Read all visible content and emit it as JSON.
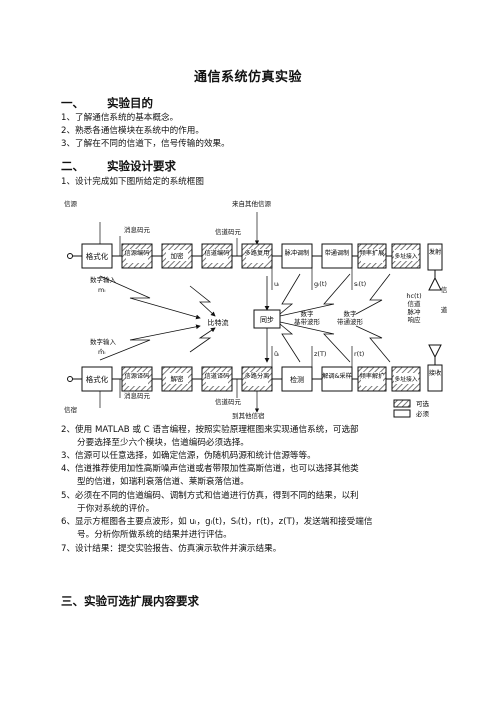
{
  "title": "通信系统仿真实验",
  "sections": [
    {
      "num": "一、",
      "heading": "实验目的"
    },
    {
      "num": "二、",
      "heading": "实验设计要求"
    },
    {
      "num": "三、",
      "heading": "实验可选扩展内容要求"
    }
  ],
  "goals": [
    "1、了解通信系统的基本概念。",
    "2、熟悉各通信模块在系统中的作用。",
    "3、了解在不同的信道下，信号传输的效果。"
  ],
  "req_intro": "1、设计完成如下图所给定的系统框图",
  "requirements": [
    [
      "2、使用 MATLAB 或 C 语言编程，按照实验原理框图来实现通信系统，可选部",
      "分要选择至少六个模块，信道编码必须选择。"
    ],
    [
      "3、信源可以任意选择，如确定信源，伪随机码源和统计信源等等。"
    ],
    [
      "4、信道推荐使用加性高斯噪声信道或者带限加性高斯信道，也可以选择其他类",
      "型的信道，如瑞利衰落信道、莱斯衰落信道。"
    ],
    [
      "5、必须在不同的信道编码、调制方式和信道进行仿真，得到不同的结果，以利",
      "于你对系统的评价。"
    ],
    [
      "6、显示方框图各主要点波形，如 uᵢ，gᵢ(t)，Sᵢ(t)，r(t)，z(T)，发送端和接受端信",
      "号。分析你所做系统的结果并进行评估。"
    ],
    [
      "7、设计结果：提交实验报告、仿真演示软件并演示结果。"
    ]
  ],
  "diagram": {
    "tx_blocks": [
      "格式化",
      "信源编码",
      "加密",
      "信道编码",
      "多路复用",
      "脉冲调制",
      "带通调制",
      "频率扩展",
      "多址接入"
    ],
    "rx_blocks": [
      "格式化",
      "信源译码",
      "解密",
      "信道译码",
      "多路分离",
      "检测",
      "解调&采样",
      "频率解扩",
      "多址接入"
    ],
    "transmit": "发射",
    "receive": "接收",
    "sync": "同步",
    "bitstream": "比特流",
    "source_label": "信源",
    "sink_label": "信宿",
    "msg_symbol_tx": "消息码元",
    "msg_symbol_rx": "消息码元",
    "chan_symbol_tx": "信道码元",
    "chan_symbol_rx": "信道码元",
    "from_other": "来自其他信源",
    "to_other": "到其他信宿",
    "digital_input": "数字输入",
    "m_i": "mᵢ",
    "digital_output": "数字输入",
    "m_hat": "m̂ᵢ",
    "u_i": "uᵢ",
    "u_hat": "ûᵢ",
    "g_i": "gᵢ(t)",
    "s_i": "sᵢ(t)",
    "r_t": "r(t)",
    "z_T": "z(T)",
    "baseband": "数字\n基带波形",
    "bandpass": "数字\n带通波形",
    "channel_resp": "hc(t)\n信道\n脉冲\n响应",
    "channel_char": "信\n道",
    "legend_optional": "可选",
    "legend_required": "必须"
  },
  "colors": {
    "ink": "#111111",
    "hatch": "#555555"
  }
}
